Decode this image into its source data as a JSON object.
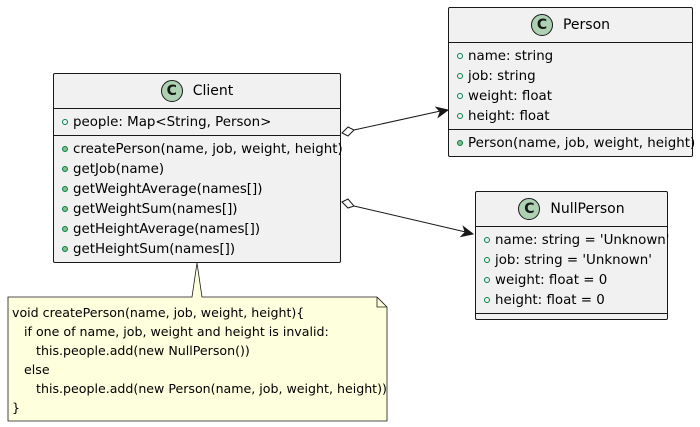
{
  "classes": {
    "client": {
      "badge": "C",
      "name": "Client",
      "fields": [
        "people: Map<String, Person>"
      ],
      "methods": [
        "createPerson(name, job, weight, height)",
        "getJob(name)",
        "getWeightAverage(names[])",
        "getWeightSum(names[])",
        "getHeightAverage(names[])",
        "getHeightSum(names[])"
      ]
    },
    "person": {
      "badge": "C",
      "name": "Person",
      "fields": [
        "name: string",
        "job: string",
        "weight: float",
        "height: float"
      ],
      "methods": [
        "Person(name, job, weight, height)"
      ]
    },
    "nullperson": {
      "badge": "C",
      "name": "NullPerson",
      "fields": [
        "name: string = 'Unknown'",
        "job: string = 'Unknown'",
        "weight: float = 0",
        "height: float = 0"
      ],
      "methods": []
    }
  },
  "note": {
    "lines": [
      "void createPerson(name, job, weight, height){",
      "   if one of name, job, weight and height is invalid:",
      "      this.people.add(new NullPerson())",
      "   else",
      "      this.people.add(new Person(name, job, weight, height))",
      "}"
    ]
  },
  "colors": {
    "class_fill": "#f1f1f1",
    "badge_fill": "#add1b2",
    "note_fill": "#feffdd",
    "line": "#181818"
  }
}
